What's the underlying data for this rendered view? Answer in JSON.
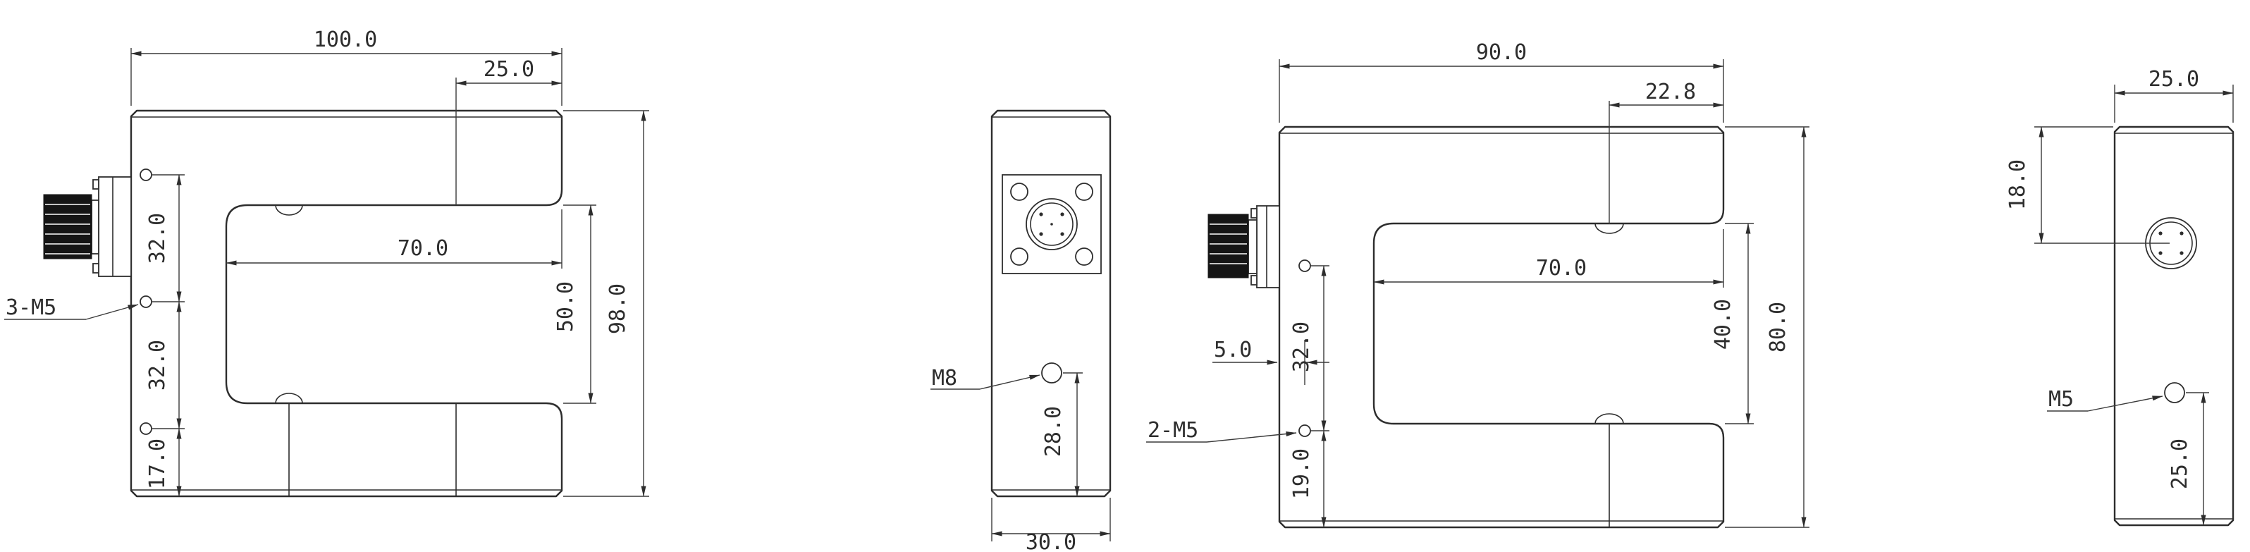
{
  "drawing": {
    "background": "#ffffff",
    "line_color": "#2d2d2d",
    "views": {
      "front_large": {
        "overall_width": "100.0",
        "arm_width": "25.0",
        "slot_depth": "70.0",
        "slot_opening": "50.0",
        "overall_height": "98.0",
        "hole_pitch_upper": "32.0",
        "hole_pitch_lower": "32.0",
        "bottom_hole_offset": "17.0",
        "thread_callout": "3-M5"
      },
      "side_large": {
        "width": "30.0",
        "hole_bottom_offset": "28.0",
        "thread_callout": "M8"
      },
      "front_small": {
        "overall_width": "90.0",
        "arm_width": "22.8",
        "slot_depth": "70.0",
        "slot_opening": "40.0",
        "overall_height": "80.0",
        "hole_pitch": "32.0",
        "bottom_hole_offset": "19.0",
        "edge_offset": "5.0",
        "thread_callout": "2-M5"
      },
      "side_small": {
        "width": "25.0",
        "connector_top_offset": "18.0",
        "hole_bottom_offset": "25.0",
        "thread_callout": "M5"
      }
    }
  }
}
